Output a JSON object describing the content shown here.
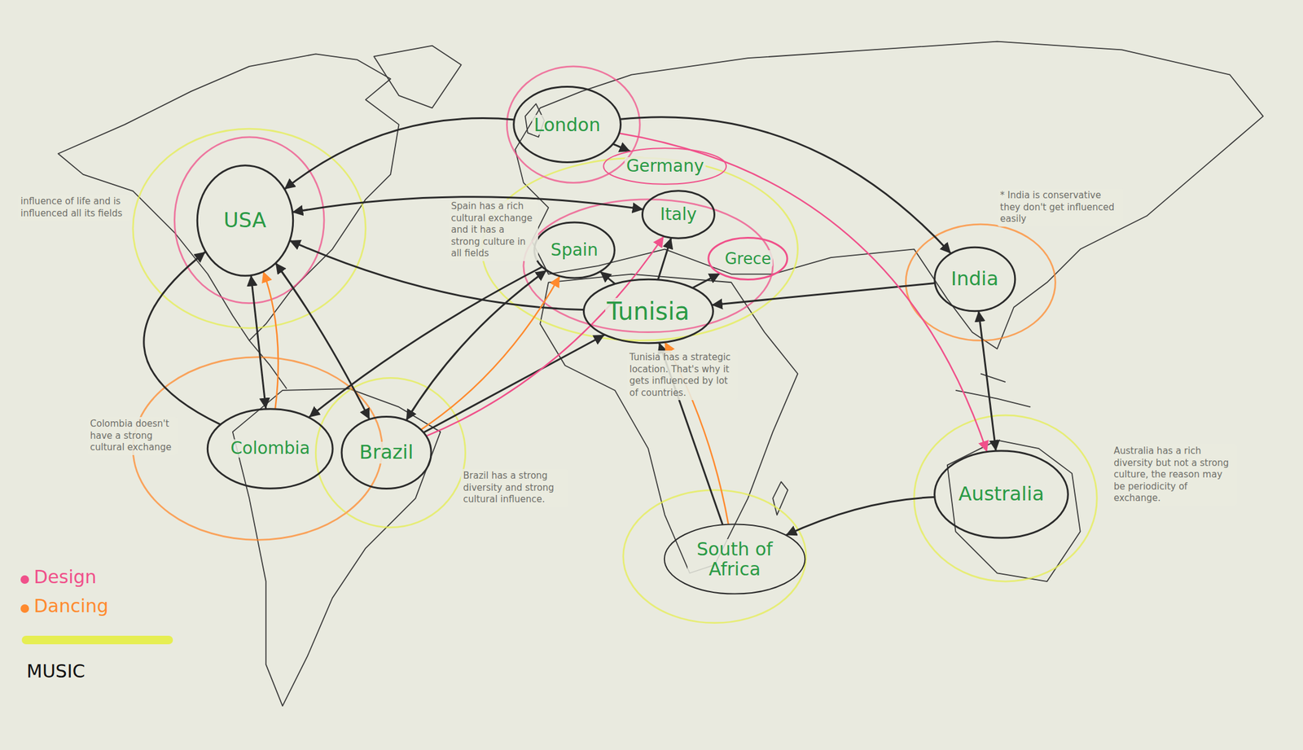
{
  "diagram": {
    "nodes": [
      {
        "text": [
          "USA"
        ]
      },
      {
        "text": [
          "London"
        ]
      },
      {
        "text": [
          "Germany"
        ]
      },
      {
        "text": [
          "Italy"
        ]
      },
      {
        "text": [
          "Grece"
        ]
      },
      {
        "text": [
          "Spain"
        ]
      },
      {
        "text": [
          "Tunisia"
        ]
      },
      {
        "text": [
          "India"
        ]
      },
      {
        "text": [
          "Colombia"
        ]
      },
      {
        "text": [
          "Brazil"
        ]
      },
      {
        "text": [
          "South of Africa"
        ]
      },
      {
        "text": [
          "Australia"
        ]
      }
    ],
    "edges": [
      {
        "from": 1,
        "to": 0,
        "arrow": "to"
      },
      {
        "from": 3,
        "to": 0,
        "arrow": "both"
      },
      {
        "from": 0,
        "to": 8,
        "arrow": "both"
      },
      {
        "from": 0,
        "to": 9,
        "arrow": "both"
      },
      {
        "from": 8,
        "to": 0,
        "arrow": "to"
      },
      {
        "from": 1,
        "to": 7,
        "arrow": "to"
      },
      {
        "from": 7,
        "to": 6,
        "arrow": "to"
      },
      {
        "from": 7,
        "to": 11,
        "arrow": "both"
      },
      {
        "from": 11,
        "to": 10,
        "arrow": "to"
      },
      {
        "from": 10,
        "to": 6,
        "arrow": "to"
      },
      {
        "from": 9,
        "to": 6,
        "arrow": "to"
      },
      {
        "from": 5,
        "to": 8,
        "arrow": "to"
      },
      {
        "from": 9,
        "to": 5,
        "arrow": "both"
      },
      {
        "from": 6,
        "to": 3,
        "arrow": "to"
      },
      {
        "from": 6,
        "to": 5,
        "arrow": "to"
      },
      {
        "from": 6,
        "to": 4,
        "arrow": "to"
      },
      {
        "from": 1,
        "to": 2,
        "arrow": "to"
      },
      {
        "from": 6,
        "to": 0,
        "arrow": "to"
      },
      {
        "from": 9,
        "to": 5,
        "arrow": "to"
      },
      {
        "from": 10,
        "to": 6,
        "arrow": "to"
      },
      {
        "from": 1,
        "to": 11,
        "arrow": "to"
      },
      {
        "from": 9,
        "to": 3,
        "arrow": "to"
      },
      {
        "from": 8,
        "to": 0,
        "arrow": "to"
      }
    ],
    "labels": [
      "influence of life and is influenced all its fields",
      "Spain has a rich cultural exchange and it has a strong culture in all fields",
      "Tunisia has a strategic location. That's why it gets influenced by lot of countries.",
      "Colombia doesn't have a strong cultural exchange",
      "Brazil has a strong diversity and strong cultural influence.",
      "* India is conservative they don't get influenced easily",
      "Australia has a rich diversity but not a strong culture, the reason may be periodicity of exchange."
    ],
    "legend": [
      {
        "text": "Design",
        "color": "#f0508a"
      },
      {
        "text": "Dancing",
        "color": "#ff8a2e"
      },
      {
        "text": "MUSIC",
        "color": "#e6ee52"
      }
    ]
  }
}
